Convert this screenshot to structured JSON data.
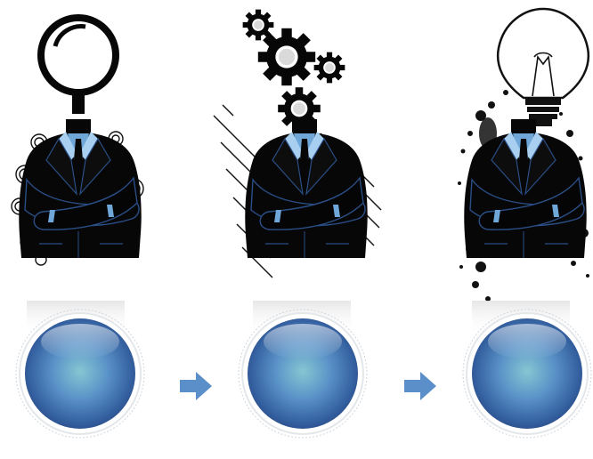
{
  "colors": {
    "background": "#ffffff",
    "silhouette": "#070707",
    "suit_edge": "#2a4e86",
    "shirt": "#6fa7d8",
    "collar": "#a8cef0",
    "orb_center": "#7fbfcf",
    "orb_mid": "#4f86c4",
    "orb_edge": "#2c4f8e",
    "arrow": "#5b8fc9",
    "ring": "#cfd6dc"
  },
  "stages": [
    {
      "head_icon": "magnifying-glass-icon",
      "background_decoration": "concentric-circles"
    },
    {
      "head_icon": "gears-icon",
      "background_decoration": "diagonal-lines"
    },
    {
      "head_icon": "light-bulb-icon",
      "background_decoration": "ink-splatter"
    }
  ],
  "connectors": [
    {
      "icon": "arrow-right-icon"
    },
    {
      "icon": "arrow-right-icon"
    }
  ]
}
